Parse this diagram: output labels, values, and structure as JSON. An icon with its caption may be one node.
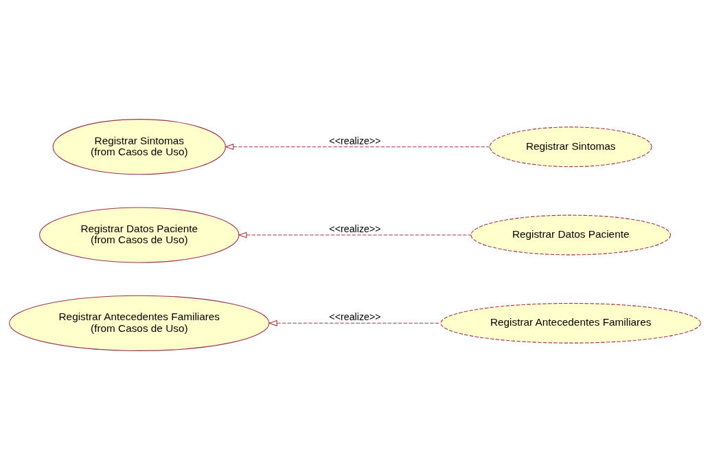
{
  "diagram": {
    "nodes": [
      {
        "text": [
          "Registrar Antecedentes Familiares",
          "(from Casos de Uso)"
        ]
      },
      {
        "text": [
          "Registrar Antecedentes Familiares"
        ]
      },
      {
        "text": [
          "Registrar Datos Paciente",
          "(from Casos de Uso)"
        ]
      },
      {
        "text": [
          "Registrar Datos Paciente"
        ]
      },
      {
        "text": [
          "Registrar Sintomas",
          "(from Casos de Uso)"
        ]
      },
      {
        "text": [
          "Registrar Sintomas"
        ]
      }
    ],
    "edges": [
      {
        "from": 1,
        "to": 0,
        "arrow": "to",
        "label": "<<realize>>",
        "style": "dashed"
      },
      {
        "from": 3,
        "to": 2,
        "arrow": "to",
        "label": "<<realize>>",
        "style": "dashed"
      },
      {
        "from": 5,
        "to": 4,
        "arrow": "to",
        "label": "<<realize>>",
        "style": "dashed"
      }
    ]
  }
}
